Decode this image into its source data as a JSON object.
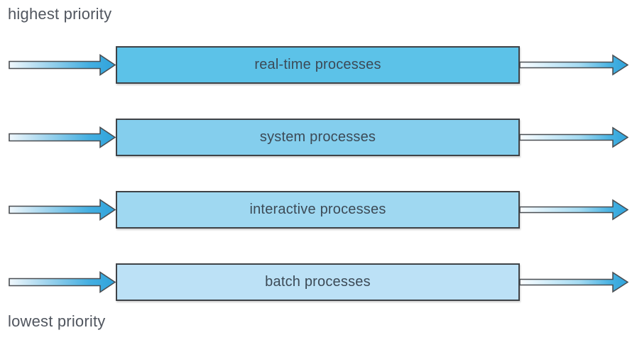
{
  "diagram": {
    "top_label": "highest priority",
    "bottom_label": "lowest priority"
  },
  "queues": [
    {
      "label": "real-time processes",
      "fill": "#5cc2e8"
    },
    {
      "label": "system processes",
      "fill": "#84ceed"
    },
    {
      "label": "interactive processes",
      "fill": "#9fd8f1"
    },
    {
      "label": "batch processes",
      "fill": "#bce1f6"
    }
  ],
  "colors": {
    "box_border": "#3f4347",
    "box_text": "#3c4a56",
    "priority_text": "#51565f",
    "arrow_outline": "#4a4e52",
    "arrow_blue": "#2fa3db",
    "arrow_light": "#f0f7fc"
  }
}
